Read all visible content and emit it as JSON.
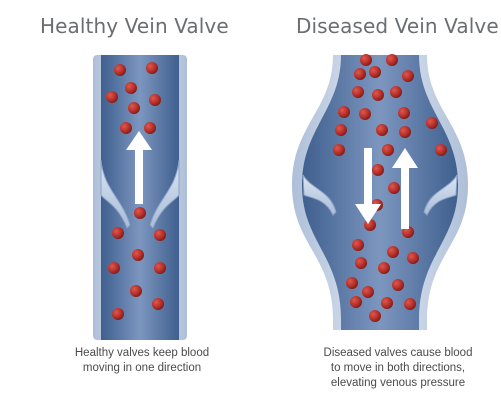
{
  "healthy": {
    "title": "Healthy Vein Valve",
    "caption_lines": [
      "Healthy valves keep blood",
      "moving in one direction"
    ]
  },
  "diseased": {
    "title": "Diseased Vein Valve",
    "caption_lines": [
      "Diseased valves cause blood",
      "to move in both directions,",
      "elevating venous pressure"
    ]
  },
  "colors": {
    "vein_outer": "#c9d7ea",
    "vein_inner": "#5d7aa6",
    "blood_cell": "#b5302a",
    "arrow": "#ffffff",
    "title_text": "#6a6e72"
  }
}
